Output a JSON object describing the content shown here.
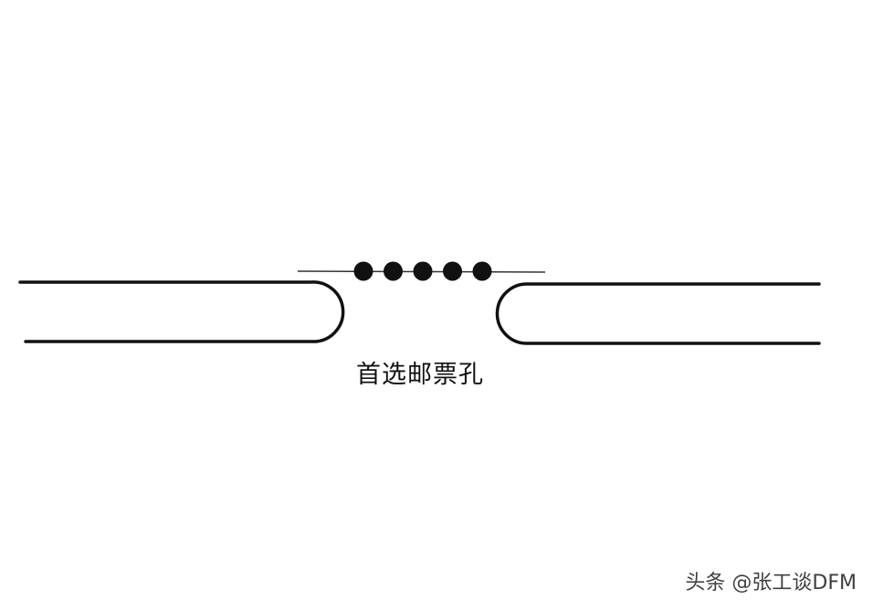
{
  "caption": "首选邮票孔",
  "watermark": "头条 @张工谈DFM",
  "colors": {
    "stroke": "#111111",
    "background": "#ffffff"
  },
  "perforation_hole_count": 5
}
